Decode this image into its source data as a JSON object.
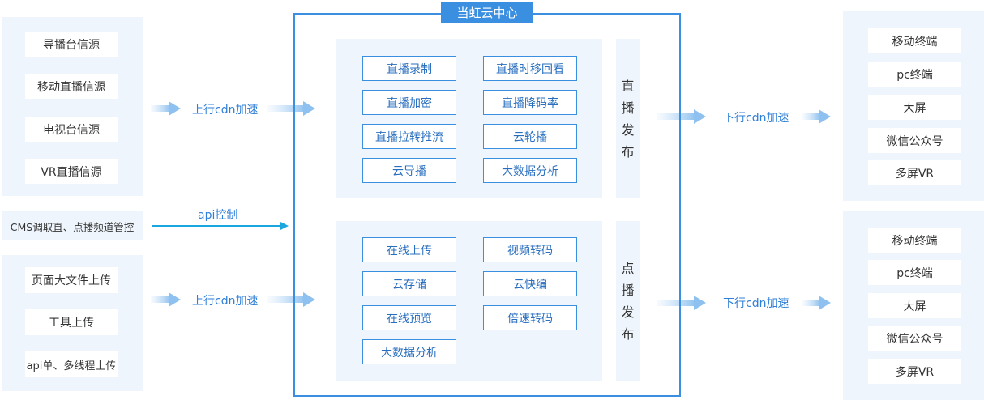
{
  "center_title": "当虹云中心",
  "sources": {
    "live": [
      "导播台信源",
      "移动直播信源",
      "电视台信源",
      "VR直播信源"
    ],
    "cms": "CMS调取直、点播频道管控",
    "vod": [
      "页面大文件上传",
      "工具上传",
      "api单、多线程上传"
    ]
  },
  "labels": {
    "upstream_cdn": "上行cdn加速",
    "api_control": "api控制",
    "downstream_cdn": "下行cdn加速"
  },
  "live_section": {
    "title_chars": [
      "直",
      "播",
      "发",
      "布"
    ],
    "items": [
      "直播录制",
      "直播时移回看",
      "直播加密",
      "直播降码率",
      "直播拉转推流",
      "云轮播",
      "云导播",
      "大数据分析"
    ]
  },
  "vod_section": {
    "title_chars": [
      "点",
      "播",
      "发",
      "布"
    ],
    "items": [
      "在线上传",
      "视频转码",
      "云存储",
      "云快编",
      "在线预览",
      "倍速转码",
      "大数据分析"
    ]
  },
  "terminals": {
    "top": [
      "移动终端",
      "pc终端",
      "大屏",
      "微信公众号",
      "多屏VR"
    ],
    "bottom": [
      "移动终端",
      "pc终端",
      "大屏",
      "微信公众号",
      "多屏VR"
    ]
  },
  "colors": {
    "accent": "#3b8fe0",
    "panel_bg": "#eef5fc",
    "label_text": "#2f7fd8",
    "api_arrow": "#1aa7e0"
  }
}
